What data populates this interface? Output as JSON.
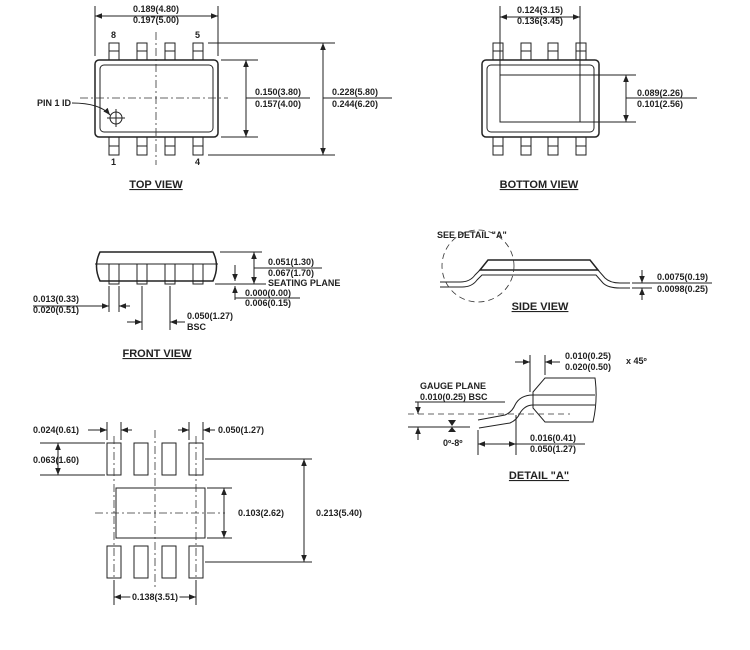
{
  "top_view": {
    "title": "TOP VIEW",
    "pin_labels": [
      "8",
      "5",
      "1",
      "4"
    ],
    "pin1_id": "PIN 1 ID",
    "length": [
      "0.189(4.80)",
      "0.197(5.00)"
    ],
    "width": [
      "0.150(3.80)",
      "0.157(4.00)"
    ],
    "overall": [
      "0.228(5.80)",
      "0.244(6.20)"
    ]
  },
  "bottom_view": {
    "title": "BOTTOM VIEW",
    "pad_length": [
      "0.124(3.15)",
      "0.136(3.45)"
    ],
    "pad_width": [
      "0.089(2.26)",
      "0.101(2.56)"
    ]
  },
  "front_view": {
    "title": "FRONT VIEW",
    "height": [
      "0.051(1.30)",
      "0.067(1.70)"
    ],
    "seating_plane": "SEATING PLANE",
    "standoff": [
      "0.000(0.00)",
      "0.006(0.15)"
    ],
    "lead_width": [
      "0.013(0.33)",
      "0.020(0.51)"
    ],
    "pitch": [
      "0.050(1.27)",
      "BSC"
    ]
  },
  "side_view": {
    "title": "SIDE VIEW",
    "see_detail": "SEE DETAIL \"A\"",
    "lead_thickness": [
      "0.0075(0.19)",
      "0.0098(0.25)"
    ]
  },
  "detail_a": {
    "title": "DETAIL \"A\"",
    "chamfer": [
      "0.010(0.25)",
      "0.020(0.50)"
    ],
    "chamfer_angle": "x 45º",
    "gauge_plane": "GAUGE PLANE",
    "gauge_dim": "0.010(0.25) BSC",
    "angle": "0º-8º",
    "foot_length": [
      "0.016(0.41)",
      "0.050(1.27)"
    ]
  },
  "footprint": {
    "pad_width": "0.024(0.61)",
    "pitch": "0.050(1.27)",
    "pad_length": "0.063(1.60)",
    "inner_gap": "0.103(2.62)",
    "overall": "0.213(5.40)",
    "row_span": "0.138(3.51)"
  }
}
